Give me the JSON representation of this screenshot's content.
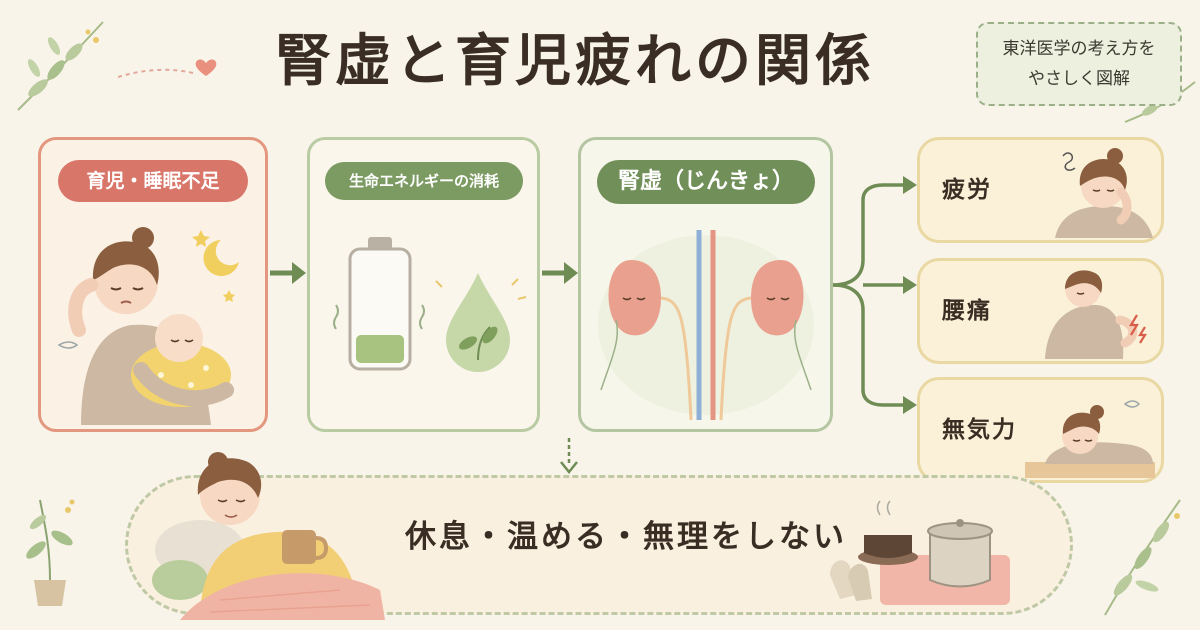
{
  "title": "腎虚と育児疲れの関係",
  "note": {
    "line1": "東洋医学の考え方を",
    "line2": "やさしく図解"
  },
  "flow": [
    {
      "label": "育児・睡眠不足"
    },
    {
      "label": "生命エネルギーの消耗"
    },
    {
      "label": "腎虚（じんきょ）"
    }
  ],
  "symptoms": [
    {
      "label": "疲労"
    },
    {
      "label": "腰痛"
    },
    {
      "label": "無気力"
    }
  ],
  "remedy": {
    "label": "休息・温める・無理をしない"
  },
  "colors": {
    "background": "#f8f4e9",
    "accent_red": "#d9766a",
    "accent_green": "#718f58",
    "symptom_fill": "#fbf1d8"
  },
  "icons": [
    "leaf-sprig-icon",
    "heart-icon",
    "moon-icon",
    "star-icon",
    "battery-icon",
    "droplet-leaf-icon",
    "kidneys-icon",
    "steam-icon",
    "lightning-icon",
    "scribble-icon",
    "pot-icon",
    "teacup-icon",
    "socks-icon",
    "potted-plant-icon"
  ]
}
